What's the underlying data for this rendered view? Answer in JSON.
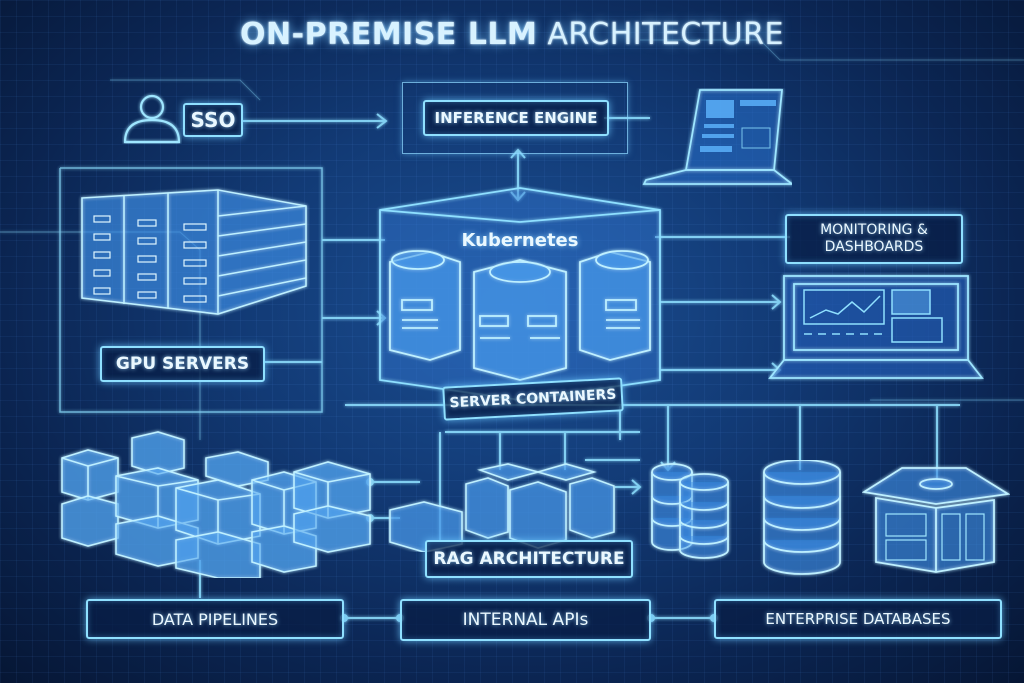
{
  "title": {
    "bold": "ON-PREMISE LLM",
    "light": "ARCHITECTURE"
  },
  "nodes": {
    "sso": "SSO",
    "inference_engine": "INFERENCE ENGINE",
    "kubernetes": "Kubernetes",
    "server_containers": "SERVER CONTAINERS",
    "monitoring": "MONITORING & DASHBOARDS",
    "monitoring_line1": "MONITORING &",
    "monitoring_line2": "DASHBOARDS",
    "gpu_servers": "GPU SERVERS",
    "rag_architecture": "RAG ARCHITECTURE",
    "data_pipelines": "DATA PIPELINES",
    "internal_apis": "INTERNAL APIs",
    "enterprise_databases": "ENTERPRISE DATABASES"
  },
  "icons": {
    "user": "user-icon",
    "laptop": "laptop-icon",
    "server_rack": "server-rack-icon",
    "container": "container-icon",
    "cubes": "data-cubes-icon",
    "database": "database-icon",
    "warehouse": "warehouse-icon"
  },
  "colors": {
    "background": "#123a75",
    "glow": "#8fe0ff",
    "text": "#eaf8ff"
  },
  "connections": [
    {
      "from": "SSO",
      "to": "INFERENCE ENGINE"
    },
    {
      "from": "INFERENCE ENGINE",
      "to": "Kubernetes"
    },
    {
      "from": "INFERENCE ENGINE",
      "to": "laptop"
    },
    {
      "from": "GPU SERVERS",
      "to": "Kubernetes"
    },
    {
      "from": "Kubernetes",
      "to": "MONITORING & DASHBOARDS"
    },
    {
      "from": "SERVER CONTAINERS",
      "to": "RAG ARCHITECTURE"
    },
    {
      "from": "RAG ARCHITECTURE",
      "to": "ENTERPRISE DATABASES"
    },
    {
      "from": "DATA PIPELINES",
      "to": "INTERNAL APIs"
    },
    {
      "from": "INTERNAL APIs",
      "to": "ENTERPRISE DATABASES"
    }
  ]
}
